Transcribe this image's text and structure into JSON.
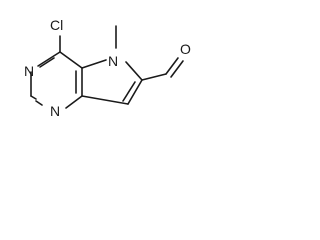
{
  "molecule": {
    "atoms": {
      "chlorine": "Cl",
      "pyrimidine_n_left": "N",
      "pyrimidine_n_bottom": "N",
      "pyrrole_n": "N",
      "aldehyde_o": "O"
    }
  }
}
